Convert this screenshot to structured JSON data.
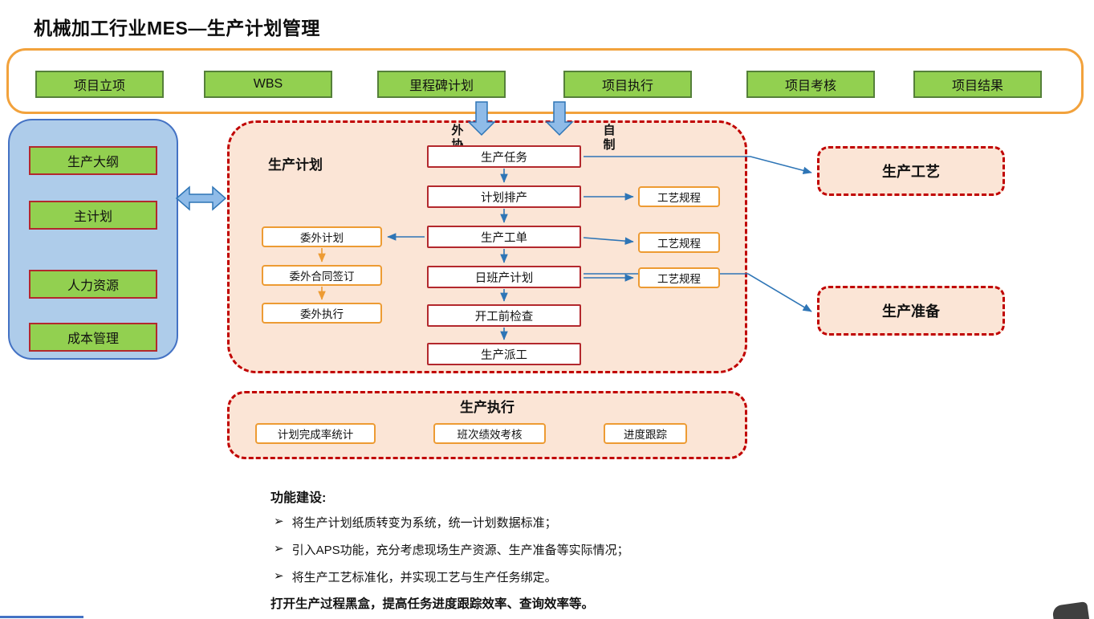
{
  "title": "机械加工行业MES—生产计划管理",
  "top_bar": {
    "items": [
      "项目立项",
      "WBS",
      "里程碑计划",
      "项目执行",
      "项目考核",
      "项目结果"
    ]
  },
  "left_panel": {
    "items": [
      "生产大纲",
      "主计划",
      "人力资源",
      "成本管理"
    ]
  },
  "plan_section": {
    "title": "生产计划",
    "outsource_label": "外\n协",
    "inhouse_label": "自\n制",
    "flow": [
      "生产任务",
      "计划排产",
      "生产工单",
      "日班产计划",
      "开工前检查",
      "生产派工"
    ],
    "outsource_flow": [
      "委外计划",
      "委外合同签订",
      "委外执行"
    ],
    "process_refs": [
      "工艺规程",
      "工艺规程",
      "工艺规程"
    ]
  },
  "right_panels": {
    "process": "生产工艺",
    "preparation": "生产准备"
  },
  "execution_section": {
    "title": "生产执行",
    "items": [
      "计划完成率统计",
      "班次绩效考核",
      "进度跟踪"
    ]
  },
  "notes": {
    "heading": "功能建设:",
    "bullet_glyph": "➢",
    "bullets": [
      "将生产计划纸质转变为系统，统一计划数据标准；",
      "引入APS功能，充分考虑现场生产资源、生产准备等实际情况；",
      "将生产工艺标准化，并实现工艺与生产任务绑定。"
    ],
    "footer": "打开生产过程黑盒，提高任务进度跟踪效率、查询效率等。"
  },
  "colors": {
    "green": "#92D050",
    "orange": "#ED9B33",
    "red": "#C00000",
    "peach": "#FBE5D6",
    "blue": "#2E75B6",
    "panel_blue": "#AECCEA"
  }
}
